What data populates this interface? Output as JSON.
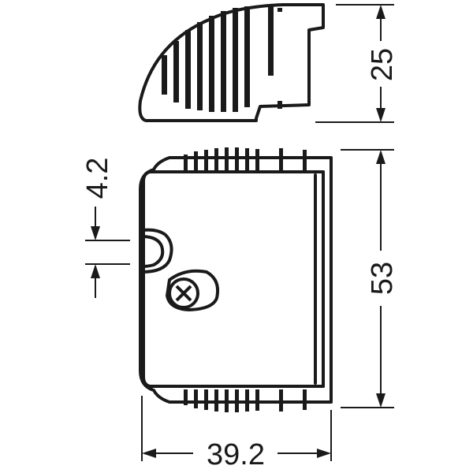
{
  "diagram": {
    "dimensions": {
      "height_side_view": "25",
      "height_top_view": "53",
      "width_top_view": "39.2",
      "slot_width": "4.2"
    },
    "colors": {
      "line": "#1a1a1a",
      "background": "#ffffff"
    }
  }
}
